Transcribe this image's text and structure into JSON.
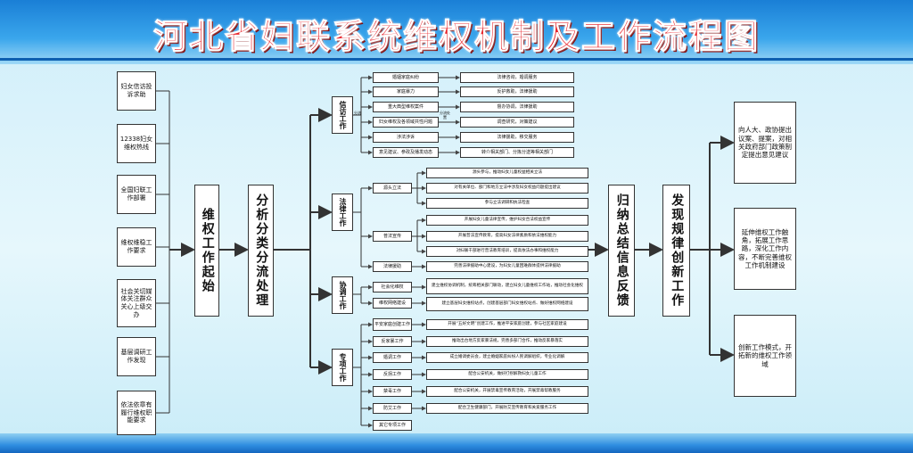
{
  "title": "河北省妇联系统维权机制及工作流程图",
  "sources": [
    "妇女信访投诉求助",
    "12338妇女维权热线",
    "全国妇联工作部署",
    "维权维稳工作要求",
    "社会关切媒体关注群众关心上级交办",
    "基层调研工作发现",
    "依法依章有履行维权职能要求"
  ],
  "main_nodes": {
    "start": "维权工作起始",
    "classify": "分析分类分流处理",
    "summarize": "归纳总结信息反馈",
    "discover": "发现规律创新工作"
  },
  "branches": {
    "xinfang": "信访工作",
    "falv": "法律工作",
    "xietiao": "协调工作",
    "zhuanxiang": "专项工作"
  },
  "xinfang": {
    "connector": "分流",
    "connector2": "分流处置",
    "cats": [
      "婚姻家庭纠纷",
      "家庭暴力",
      "重大典型维权案件",
      "妇女维权及各领域共性问题",
      "涉法涉诉",
      "意见建议、参政及播发动态"
    ],
    "results": [
      "法律咨询，婚调服务",
      "反护救助，法律援助",
      "督办协调，法律援助",
      "调查研究，对策建议",
      "法律援助，移交服务",
      "转介相关部门、分拣分送等相关部门"
    ]
  },
  "falv": {
    "cats": [
      "源头立法",
      "普法宣传",
      "法律援助"
    ],
    "items": [
      "源头参与，推动妇女儿童权益相关立法",
      "对有关单位、部门和地方立法中涉及妇女权益问题提出建议",
      "参与立法调研和执法检查",
      "开展妇女儿童法律宣传，维护妇女合法权益宣传",
      "开展普法宣传教育，提高妇女法律素质和依法维权能力",
      "对妇联干部进行普法教育培训，提高依法办事和维权能力",
      "完善法律援助中心建设，为妇女儿童困难群体提供法律援助"
    ]
  },
  "xietiao": {
    "cats": [
      "社会化维权",
      "维权网络建设"
    ],
    "items": [
      "建立维权协调机制，统筹相关部门联动，建立妇女儿童维权工作站，推动社会化维权",
      "建立基层妇女维权站点，创建基层部门妇女维权站点、做好维权网络建设"
    ]
  },
  "zhuanxiang": {
    "cats": [
      "平安家庭创建工作",
      "反家暴工作",
      "婚调工作",
      "反拐工作",
      "禁毒工作",
      "防艾工作",
      "其它专项工作"
    ],
    "items": [
      "开展“五好文明”创建工作，推进平安家庭创建，参与社区家庭建设",
      "推动出台地方反家暴法规，完善多部门合作，推动反家暴落实",
      "成立婚调委员会，建立婚姻家庭纠纷人民调解组织，专业化调解",
      "配合公安机关，做好打拐解救妇女儿童工作",
      "配合公安机关，开展禁毒宣传教育活动，开展禁毒帮教服务",
      "配合卫生健康部门，开展防艾宣传教育和关爱服务工作"
    ]
  },
  "outcomes": [
    "向人大、政协提出议案、提案，对相关政府部门政策制定提出意见建议",
    "延伸维权工作触角，拓展工作思路，深化工作内容，不断完善维权工作机制建设",
    "创新工作模式，开拓新的维权工作领域"
  ]
}
